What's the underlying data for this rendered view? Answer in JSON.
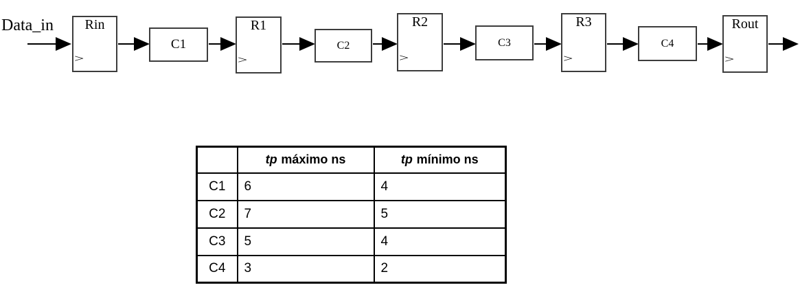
{
  "circuit": {
    "input_label": "Data_in",
    "clock_symbol": ">",
    "registers": [
      {
        "label": "Rin"
      },
      {
        "label": "R1"
      },
      {
        "label": "R2"
      },
      {
        "label": "R3"
      },
      {
        "label": "Rout"
      }
    ],
    "blocks": [
      {
        "label": "C1"
      },
      {
        "label": "C2"
      },
      {
        "label": "C3"
      },
      {
        "label": "C4"
      }
    ]
  },
  "timing_table": {
    "headers": [
      {
        "it": "",
        "text": ""
      },
      {
        "it": "tp",
        "text": "máximo ns"
      },
      {
        "it": "tp",
        "text": "mínimo ns"
      }
    ],
    "rows": [
      {
        "label": "C1",
        "tp_max": "6",
        "tp_min": "4"
      },
      {
        "label": "C2",
        "tp_max": "7",
        "tp_min": "5"
      },
      {
        "label": "C3",
        "tp_max": "5",
        "tp_min": "4"
      },
      {
        "label": "C4",
        "tp_max": "3",
        "tp_min": "2"
      }
    ]
  }
}
